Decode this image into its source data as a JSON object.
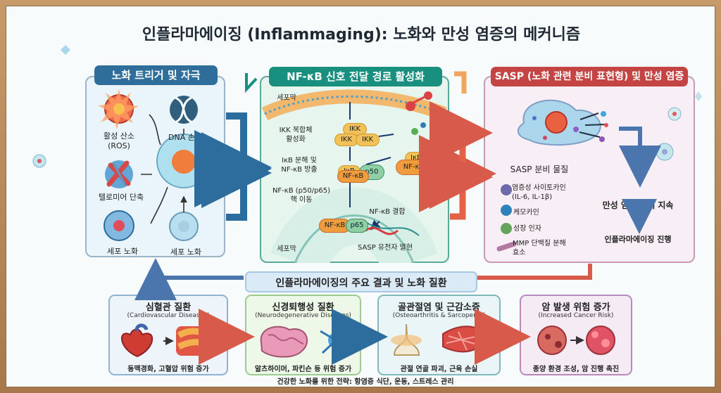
{
  "title": "인플라마에이징 (Inflammaging): 노화와 만성 염증의 메커니즘",
  "left": {
    "header": "노화 트리거 및 자극",
    "items": [
      "활성 산소\n(ROS)",
      "DNA 손상",
      "텔로미어 단축",
      "세포 노화",
      "세포 노화"
    ]
  },
  "middle": {
    "header": "NF-κB 신호 전달 경로 활성화",
    "labels": {
      "cell_membrane": "세포막",
      "ikk_complex": "IKK 복합체\n활성화",
      "ikb_release": "IκB 분해 및\nNF-κB 방출",
      "nuclear_move": "NF-κB (p50/p65)\n핵 이동",
      "binding": "NF-κB 결합",
      "nucleus": "세포막",
      "sasp_gene": "SASP 유전자 발현"
    },
    "pills": {
      "ikk_top": "IKK",
      "ikk_left": "IKK",
      "ikk_right": "IKK",
      "ikb": "IκB",
      "nfkb1": "NF-κB",
      "p50": "p50",
      "ikb2": "IκB",
      "nfkb2": "NF-κB",
      "nfkb3": "NF-κB",
      "p65": "p65"
    }
  },
  "right": {
    "header": "SASP (노화 관련 분비 표현형) 및 만성 염증",
    "section_title": "SASP 분비 물질",
    "items": [
      "염증성 사이토카인\n(IL-6, IL-1β)",
      "케모카인",
      "성장 인자",
      "MMP 단백질 분해\n효소"
    ],
    "chronic": "만성 염증 상태 지속",
    "progress": "인플라마에이징 진행"
  },
  "results_header": "인플라마에이징의 주요 결과 및 노화 질환",
  "diseases": [
    {
      "title": "심혈관 질환",
      "subtitle": "(Cardiovascular Diseases)",
      "caption": "동맥경화, 고혈압 위험 증가"
    },
    {
      "title": "신경퇴행성 질환",
      "subtitle": "(Neurodegenerative Diseases)",
      "caption": "알츠하이머, 파킨슨 등 위험 증가"
    },
    {
      "title": "골관절염 및 근감소증",
      "subtitle": "(Osteoarthritis & Sarcopenia)",
      "caption": "관절 연골 파괴, 근육 손실"
    },
    {
      "title": "암 발생 위험 증가",
      "subtitle": "(Increased Cancer Risk)",
      "caption": "종양 환경 조성, 암 진행 촉진"
    }
  ],
  "footer": "건강한 노화를 위한 전략: 항염증 식단, 운동, 스트레스 관리",
  "colors": {
    "blue": "#2f6e9a",
    "green": "#198f80",
    "red": "#c44443",
    "orange": "#ef7f3d",
    "purple": "#a66ba4"
  }
}
